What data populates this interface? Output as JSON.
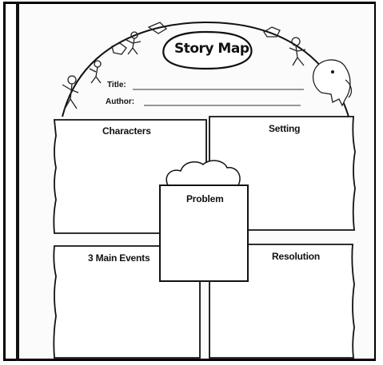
{
  "worksheet": {
    "title": "Story Map",
    "fields": {
      "title_label": "Title:",
      "author_label": "Author:"
    },
    "boxes": {
      "characters": "Characters",
      "setting": "Setting",
      "problem": "Problem",
      "events": "3 Main Events",
      "resolution": "Resolution"
    }
  }
}
